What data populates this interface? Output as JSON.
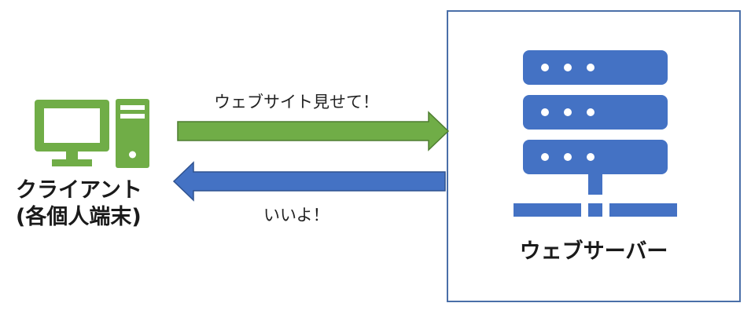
{
  "client": {
    "line1": "クライアント",
    "line2": "(各個人端末)",
    "icon": "desktop-computer-icon",
    "color": "#70ad47"
  },
  "request": {
    "label": "ウェブサイト見せて！",
    "color": "#70ad47"
  },
  "response": {
    "label": "いいよ！",
    "color": "#4472c4"
  },
  "server": {
    "label": "ウェブサーバー",
    "icon": "server-rack-icon",
    "color": "#4472c4",
    "border_color": "#4a6fa8"
  }
}
